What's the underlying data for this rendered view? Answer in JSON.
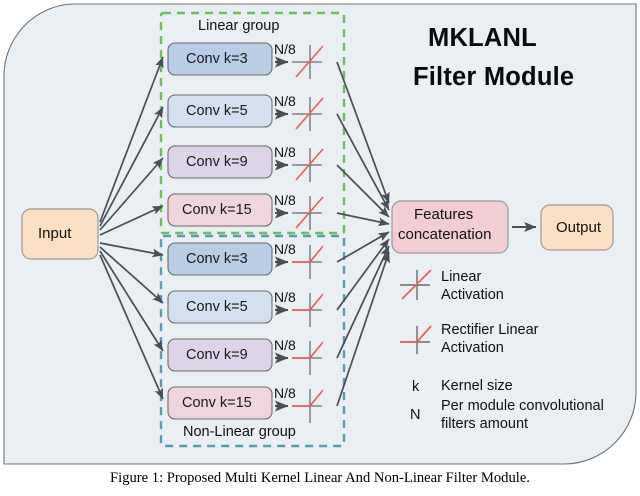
{
  "figure": {
    "caption": "Figure 1: Proposed Multi Kernel Linear And Non-Linear Filter Module.",
    "panel_title_line1": "MKLANL",
    "panel_title_line2": "Filter Module",
    "panel_bg_color": "#e9eff2",
    "panel_border_color": "#6f7479"
  },
  "input_block": {
    "label": "Input",
    "fill_color": "#fbe0c3",
    "border_color": "#9a9a9a"
  },
  "output_block": {
    "label": "Output",
    "fill_color": "#fbe0c3",
    "border_color": "#9a9a9a"
  },
  "concat_block": {
    "label_line1": "Features",
    "label_line2": "concatenation",
    "fill_color": "#f2cdd4",
    "border_color": "#9a9a9a"
  },
  "groups": [
    {
      "name": "linear-group",
      "title": "Linear group",
      "title_position": "top",
      "border_color": "#6cbf5a",
      "activation": "linear",
      "branches": [
        {
          "label": "Conv k=3",
          "fill_color": "#b9cde4",
          "flow_label": "N/8"
        },
        {
          "label": "Conv k=5",
          "fill_color": "#d2e0f0",
          "flow_label": "N/8"
        },
        {
          "label": "Conv k=9",
          "fill_color": "#ded4e9",
          "flow_label": "N/8"
        },
        {
          "label": "Conv k=15",
          "fill_color": "#f0d5dd",
          "flow_label": "N/8"
        }
      ]
    },
    {
      "name": "non-linear-group",
      "title": "Non-Linear group",
      "title_position": "bottom",
      "border_color": "#5b9cb5",
      "activation": "relu",
      "branches": [
        {
          "label": "Conv k=3",
          "fill_color": "#b9cde4",
          "flow_label": "N/8"
        },
        {
          "label": "Conv k=5",
          "fill_color": "#d2e0f0",
          "flow_label": "N/8"
        },
        {
          "label": "Conv k=9",
          "fill_color": "#ded4e9",
          "flow_label": "N/8"
        },
        {
          "label": "Conv k=15",
          "fill_color": "#f0d5dd",
          "flow_label": "N/8"
        }
      ]
    }
  ],
  "legend": {
    "items": [
      {
        "kind": "icon",
        "icon": "linear-activation-icon",
        "line1": "Linear",
        "line2": "Activation"
      },
      {
        "kind": "icon",
        "icon": "rectifier-linear-activation-icon",
        "line1": "Rectifier Linear",
        "line2": "Activation"
      },
      {
        "kind": "symbol",
        "symbol": "k",
        "line1": "Kernel size",
        "line2": ""
      },
      {
        "kind": "symbol",
        "symbol": "N",
        "line1": "Per module convolutional",
        "line2": "filters  amount"
      }
    ]
  },
  "colors": {
    "arrow": "#4a4f55",
    "activation_axis": "#6b6b6b",
    "activation_curve": "#e8625f"
  }
}
